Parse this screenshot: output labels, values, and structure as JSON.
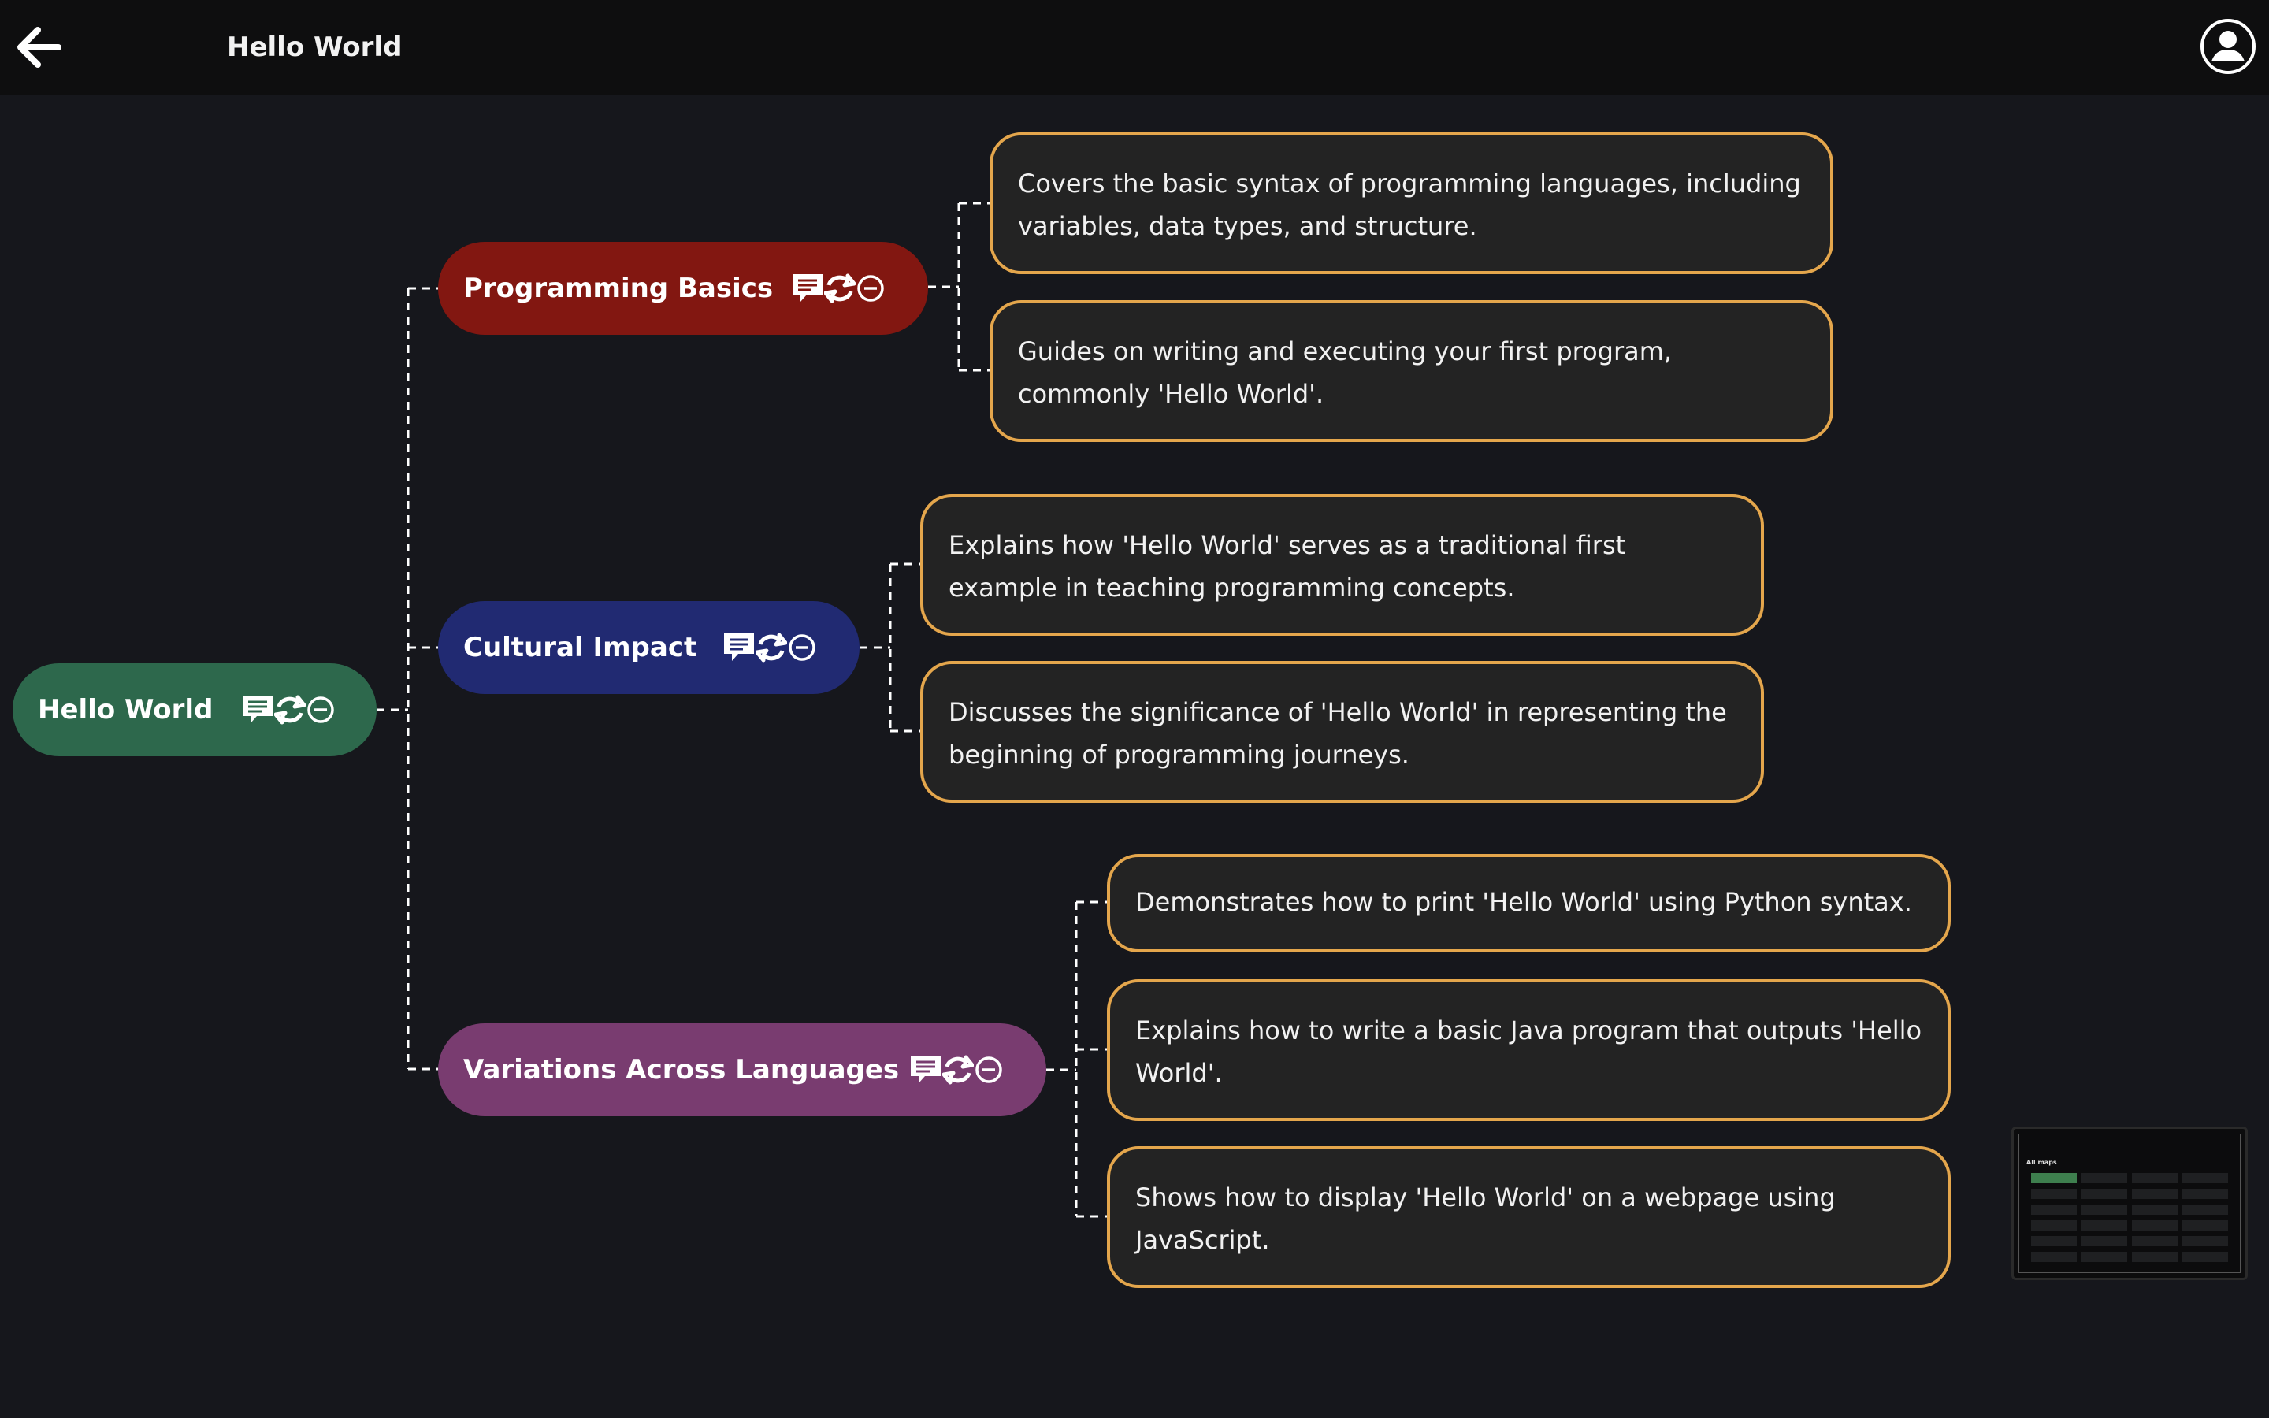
{
  "header": {
    "title": "Hello World"
  },
  "mindmap": {
    "root": {
      "label": "Hello World",
      "color": "#2d684c"
    },
    "branches": [
      {
        "label": "Programming Basics",
        "color": "#821711",
        "cards": [
          "Covers the basic syntax of programming languages, including variables, data types, and structure.",
          "Guides on writing and executing your first program, commonly 'Hello World'."
        ]
      },
      {
        "label": "Cultural Impact",
        "color": "#212a72",
        "cards": [
          "Explains how 'Hello World' serves as a traditional first example in teaching programming concepts.",
          "Discusses the significance of 'Hello World' in representing the beginning of programming journeys."
        ]
      },
      {
        "label": "Variations Across Languages",
        "color": "#793c70",
        "cards": [
          "Demonstrates how to print 'Hello World' using Python syntax.",
          "Explains how to write a basic Java program that outputs 'Hello World'.",
          "Shows how to display 'Hello World' on a webpage using JavaScript."
        ]
      }
    ],
    "card_border_color": "#e4a64c"
  },
  "icons": {
    "back": "arrow-left-icon",
    "profile": "user-circle-icon",
    "comment": "comment-icon",
    "refresh": "swap-icon",
    "collapse": "minus-circle-icon"
  },
  "minimap": {
    "title": "All maps"
  }
}
